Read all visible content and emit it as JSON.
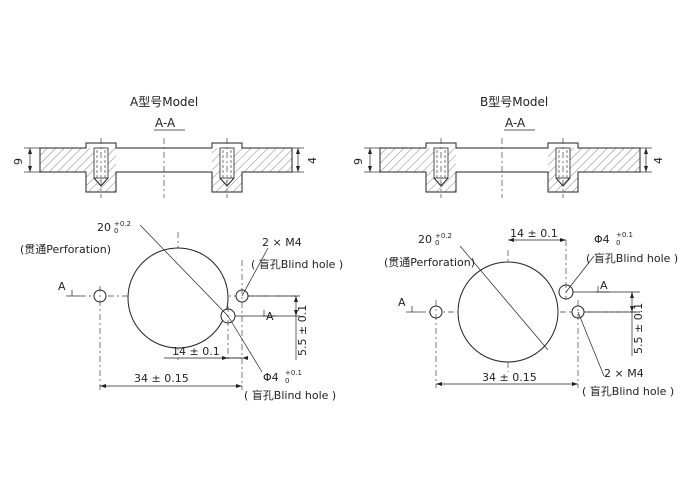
{
  "model_a": {
    "title": "A型号Model",
    "section_label": "A-A",
    "height_left": "9",
    "height_right": "4",
    "perforation_dim": "20",
    "perforation_tol_upper": "+0.2",
    "perforation_tol_lower": "0",
    "perforation_label": "(贯通Perforation)",
    "thread_dim": "2 × M4",
    "thread_note": "( 盲孔Blind hole )",
    "pitch_dim": "14 ± 0.1",
    "span_dim": "34 ± 0.15",
    "vertical_dim": "5.5 ± 0.1",
    "pin_dim": "Φ4",
    "pin_tol_upper": "+0.1",
    "pin_tol_lower": "0",
    "pin_note": "( 盲孔Blind hole )",
    "section_marker": "A"
  },
  "model_b": {
    "title": "B型号Model",
    "section_label": "A-A",
    "height_left": "9",
    "height_right": "4",
    "perforation_dim": "20",
    "perforation_tol_upper": "+0.2",
    "perforation_tol_lower": "0",
    "perforation_label": "(贯通Perforation)",
    "pitch_dim": "14 ± 0.1",
    "pin_dim": "Φ4",
    "pin_tol_upper": "+0.1",
    "pin_tol_lower": "0",
    "pin_note": "( 盲孔Blind hole )",
    "vertical_dim": "5.5 ± 0.1",
    "span_dim": "34 ± 0.15",
    "thread_dim": "2 × M4",
    "thread_note": "( 盲孔Blind hole )",
    "section_marker": "A"
  }
}
